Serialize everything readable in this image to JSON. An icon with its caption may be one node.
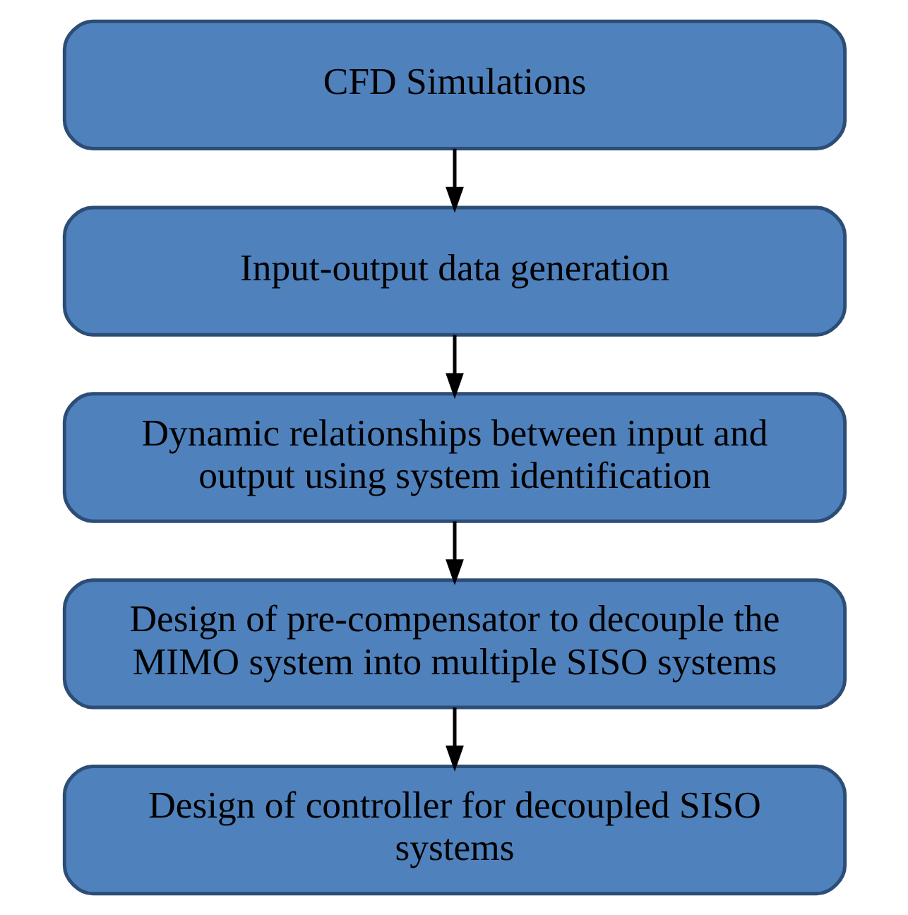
{
  "diagram": {
    "nodes": [
      {
        "text": [
          "CFD Simulations"
        ]
      },
      {
        "text": [
          "Input-output data generation"
        ]
      },
      {
        "text": [
          "Dynamic relationships between input and output using system identification"
        ]
      },
      {
        "text": [
          "Design of pre-compensator to decouple the MIMO system into multiple SISO systems"
        ]
      },
      {
        "text": [
          "Design of controller for decoupled SISO systems"
        ]
      }
    ],
    "edges": [
      {
        "from": 0,
        "to": 1,
        "arrow": "to"
      },
      {
        "from": 1,
        "to": 2,
        "arrow": "to"
      },
      {
        "from": 2,
        "to": 3,
        "arrow": "to"
      },
      {
        "from": 3,
        "to": 4,
        "arrow": "to"
      }
    ]
  }
}
